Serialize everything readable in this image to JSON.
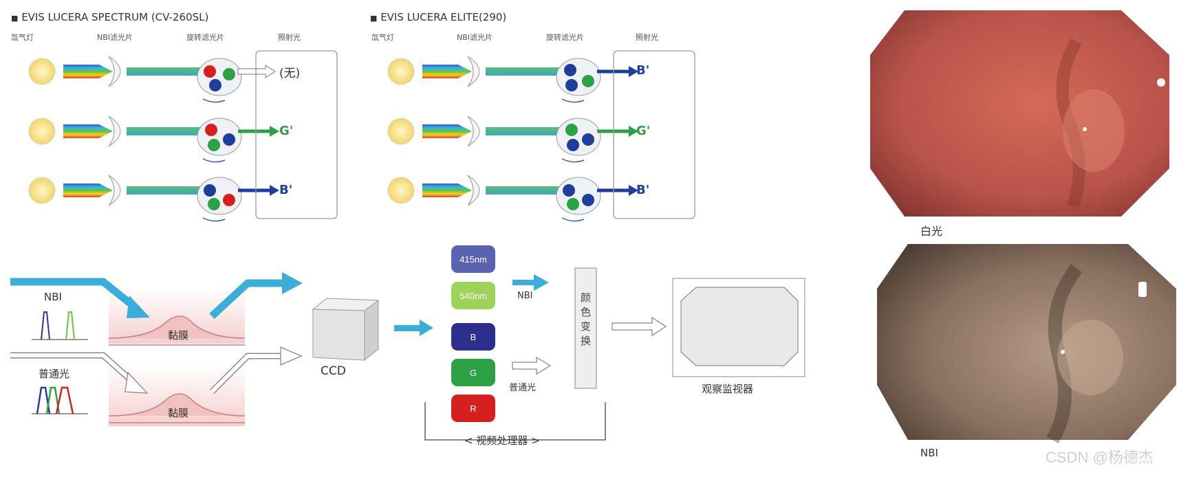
{
  "top_left": {
    "title": "EVIS LUCERA SPECTRUM (CV-260SL)",
    "col_labels": [
      "氙气灯",
      "NBI滤光片",
      "旋转滤光片",
      "照射光"
    ],
    "outputs": [
      "(无)",
      "G'",
      "B'"
    ]
  },
  "top_right": {
    "title": "EVIS LUCERA ELITE(290)",
    "col_labels": [
      "氙气灯",
      "NBI滤光片",
      "旋转滤光片",
      "照射光"
    ],
    "outputs": [
      "B'",
      "G'",
      "B'"
    ]
  },
  "bottom": {
    "nbi_label": "NBI",
    "white_label": "普通光",
    "mucosa_label": "黏膜",
    "ccd_label": "CCD",
    "chips": [
      "415nm",
      "540nm",
      "B",
      "G",
      "R"
    ],
    "nbi_arrow_label": "NBI",
    "normal_arrow_label": "普通光",
    "color_convert": "颜色变换",
    "processor_label": "< 视频处理器 >",
    "monitor_label": "观察监视器"
  },
  "photos": {
    "white_caption": "白光",
    "nbi_caption": "NBI"
  },
  "watermark": "CSDN @杨德杰",
  "colors": {
    "blue_arrow": "#3aaed8",
    "chip_415": "#5a63b0",
    "chip_540": "#9fd25a",
    "chip_B": "#2c2f8c",
    "chip_G": "#2ea046",
    "chip_R": "#d62020",
    "green_out": "#2f9e48",
    "blue_out": "#1f3d9a"
  }
}
